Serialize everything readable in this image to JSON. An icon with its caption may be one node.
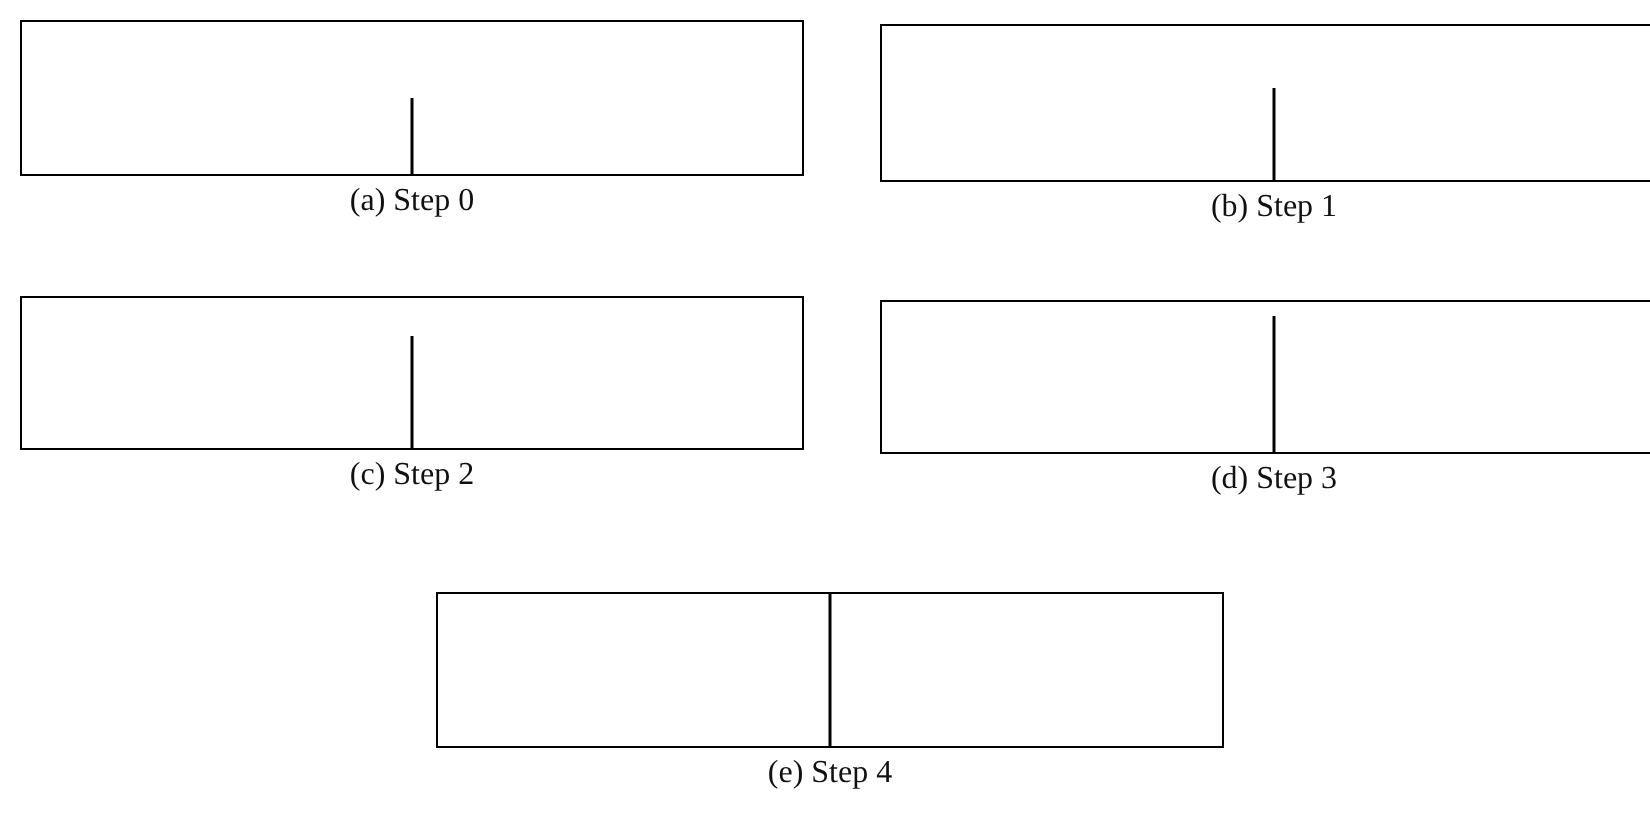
{
  "diagram": {
    "nodes": [
      {
        "text": [],
        "shape": "box",
        "beside": [
          "(a) Step 0"
        ]
      },
      {
        "text": [],
        "shape": "box",
        "beside": [
          "(b) Step 1"
        ]
      },
      {
        "text": [],
        "shape": "box",
        "beside": [
          "(c) Step 2"
        ]
      },
      {
        "text": [],
        "shape": "box",
        "beside": [
          "(d) Step 3"
        ]
      },
      {
        "text": [],
        "shape": "box",
        "beside": [
          "(e) Step 4"
        ]
      }
    ]
  }
}
